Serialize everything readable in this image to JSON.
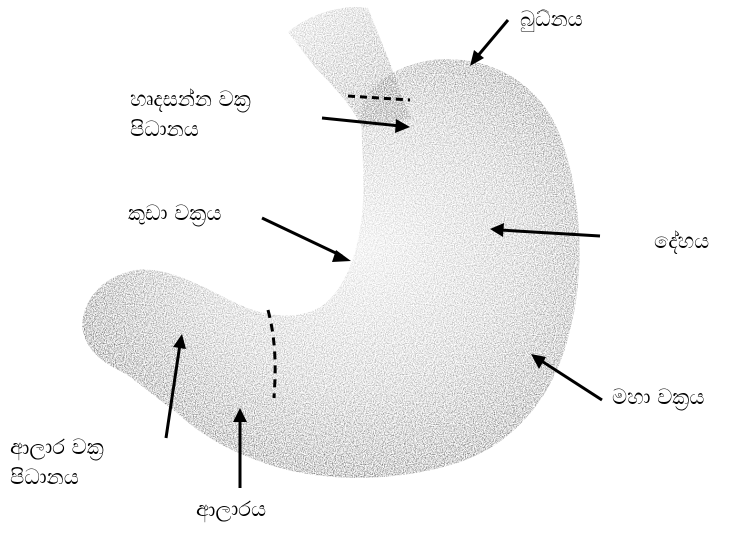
{
  "labels": {
    "fundus": "බුධ්නය",
    "cardiac_sphincter": [
      "හෘදසන්න වක්‍ර",
      "පිධානය"
    ],
    "lesser_curvature": "කුඩා වක්‍රය",
    "body": "දේහය",
    "greater_curvature": "මහා වක්‍රය",
    "pyloric_sphincter": [
      "ආලාර වක්‍ර",
      "පිධානය"
    ],
    "pylorus": "ආලාරය"
  }
}
